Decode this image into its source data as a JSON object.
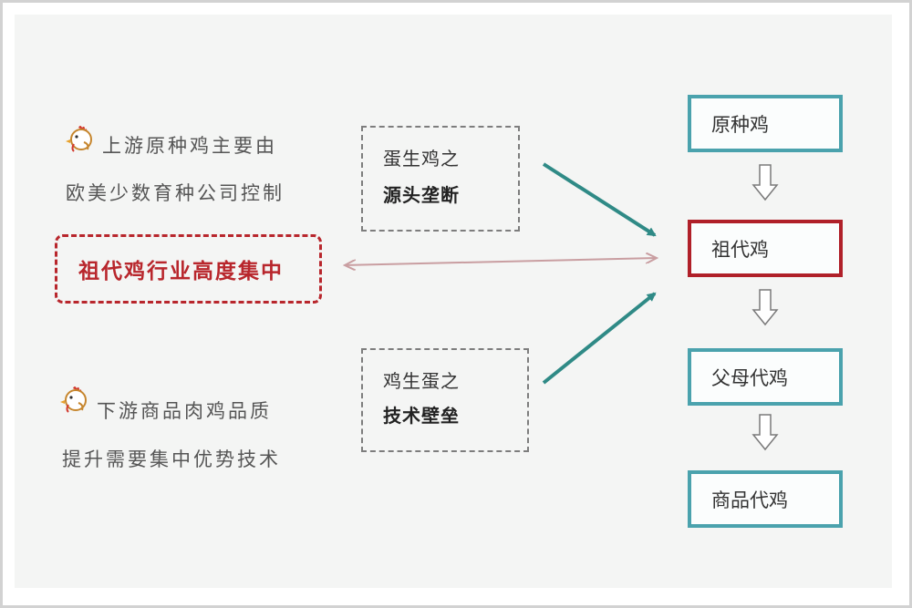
{
  "upstream_note": {
    "line1": "上游原种鸡主要由",
    "line2": "欧美少数育种公司控制"
  },
  "concentration_note": {
    "text": "祖代鸡行业高度集中"
  },
  "downstream_note": {
    "line1": "下游商品肉鸡品质",
    "line2": "提升需要集中优势技术"
  },
  "top_box": {
    "line1": "蛋生鸡之",
    "line2": "源头垄断"
  },
  "bottom_box": {
    "line1": "鸡生蛋之",
    "line2": "技术壁垒"
  },
  "stages": [
    {
      "label": "原种鸡"
    },
    {
      "label": "祖代鸡"
    },
    {
      "label": "父母代鸡"
    },
    {
      "label": "商品代鸡"
    }
  ],
  "colors": {
    "teal": "#4aa2ad",
    "red": "#b8262c",
    "arrow": "#2f8a86",
    "double_arrow": "#c99ea1"
  }
}
